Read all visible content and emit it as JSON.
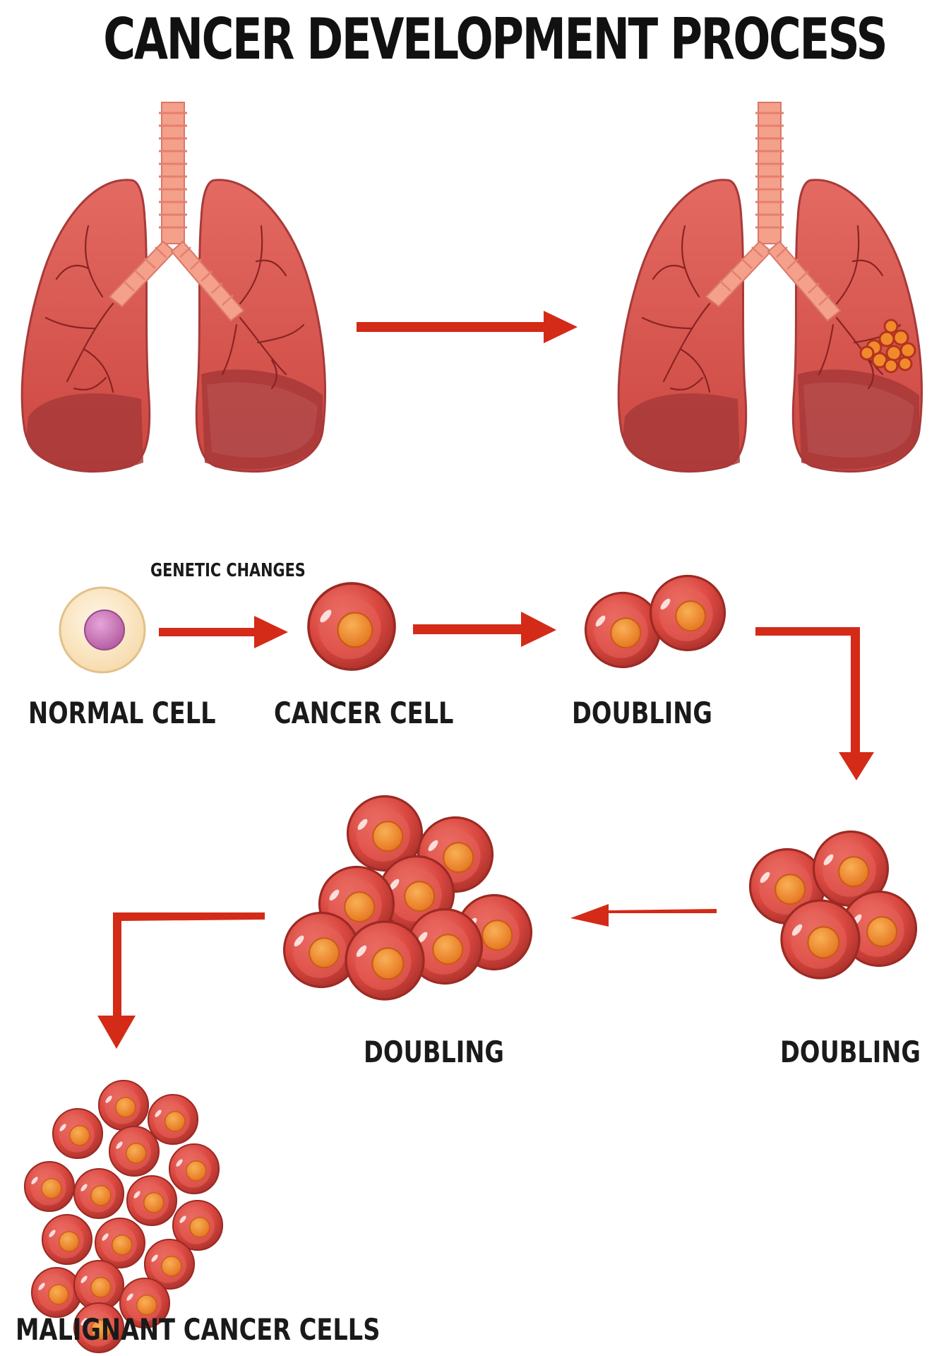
{
  "title": "CANCER DEVELOPMENT PROCESS",
  "labels": {
    "genetic_changes": "GENETIC CHANGES",
    "normal_cell": "NORMAL CELL",
    "cancer_cell": "CANCER CELL",
    "doubling_1": "DOUBLING",
    "doubling_2": "DOUBLING",
    "doubling_3": "DOUBLING",
    "malignant": "MALIGNANT CANCER CELLS"
  },
  "colors": {
    "lung": "#d9534f",
    "lung_dark": "#a83a3a",
    "trachea": "#f4a08a",
    "cell_red": "#d9473f",
    "nucleus": "#f08a2c",
    "normal_cell": "#fbe9cf",
    "normal_nucleus": "#c46fb0",
    "arrow": "#d42a18"
  }
}
